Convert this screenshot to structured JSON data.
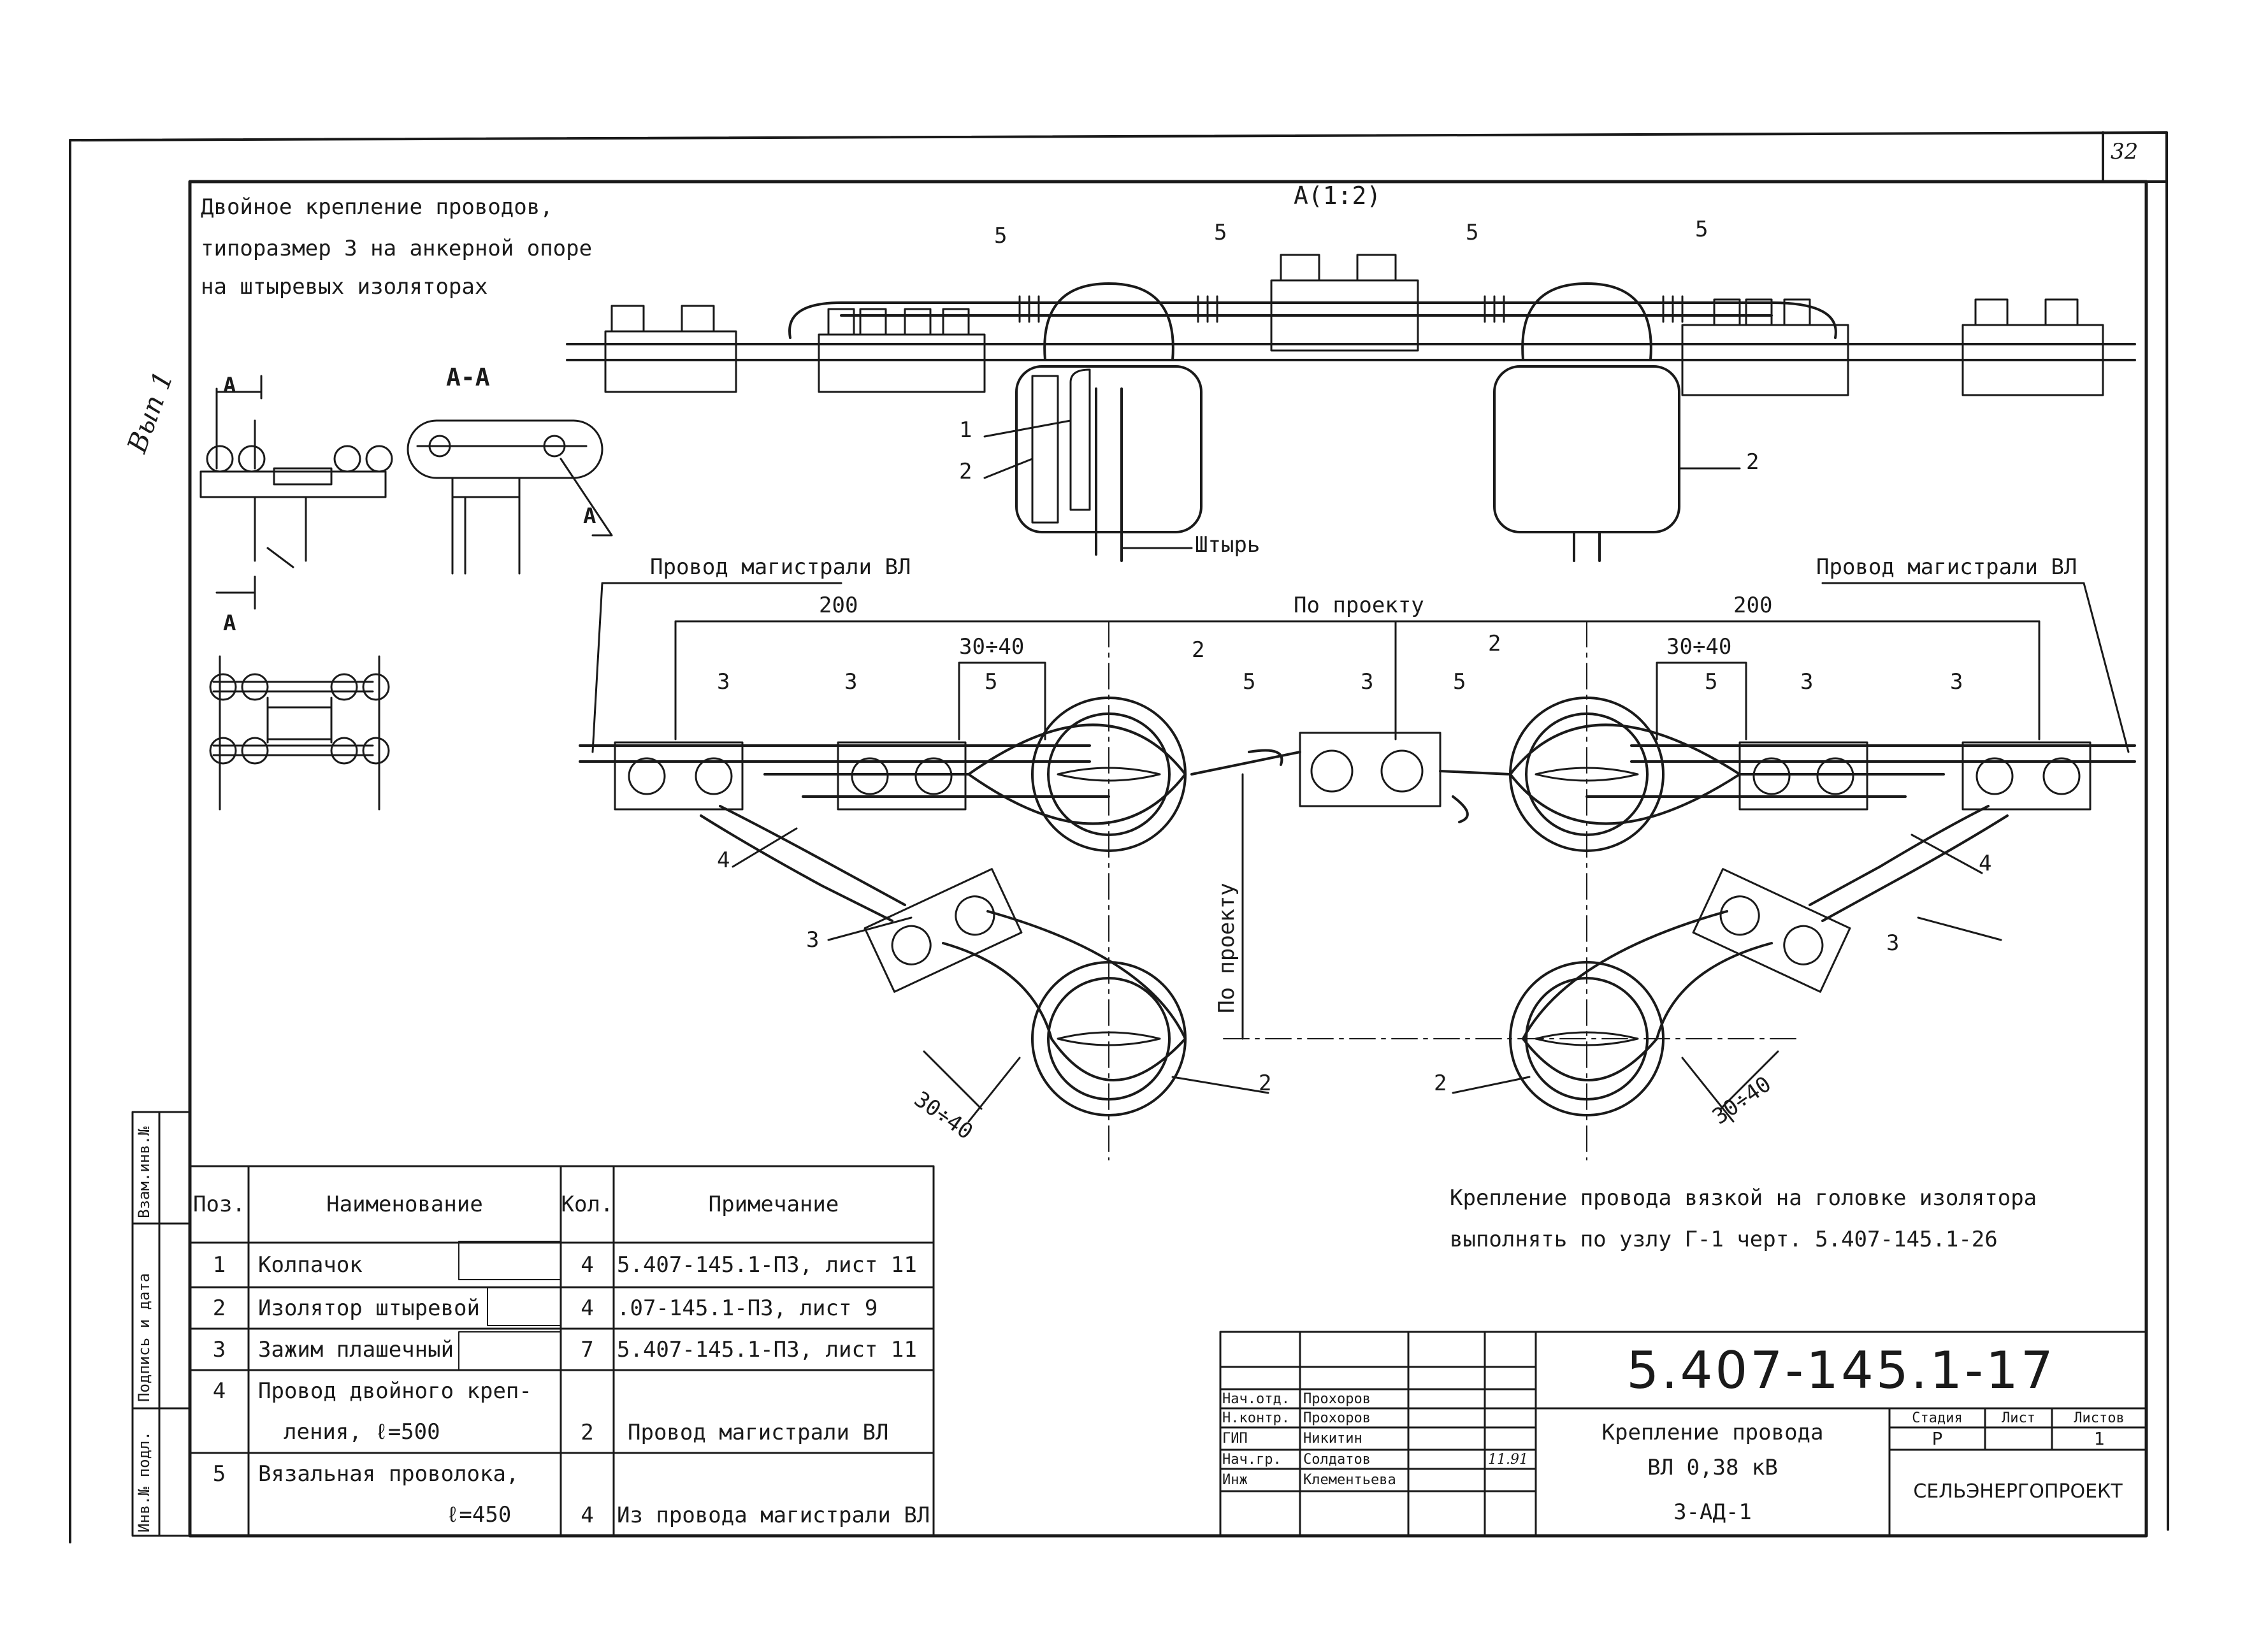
{
  "sheet_number": "32",
  "margin_note": "Вып 1",
  "caption": [
    "Двойное крепление проводов,",
    "типоразмер 3 на анкерной опоре",
    "на штыревых изоляторах"
  ],
  "view_label": "А(1:2)",
  "section_label": "А-А",
  "section_marks": [
    "А",
    "А",
    "А"
  ],
  "pin_label": "Штырь",
  "feeder_left": "Провод магистрали ВЛ",
  "feeder_right": "Провод магистрали ВЛ",
  "dims": {
    "d200_left": "200",
    "d200_right": "200",
    "by_project": "По проекту",
    "by_project_v": "По проекту",
    "d3040": "30÷40"
  },
  "callouts": {
    "c1": "1",
    "c2": "2",
    "c3": "3",
    "c4": "4",
    "c5": "5"
  },
  "note": [
    "Крепление провода вязкой на головке изолятора",
    "выполнять по узлу Г-1 черт. 5.407-145.1-26"
  ],
  "left_strip": [
    "Взам.инв.№",
    "Подпись и дата",
    "Инв.№ подл."
  ],
  "spec_table": {
    "headers": {
      "pos": "Поз.",
      "name": "Наименование",
      "qty": "Кол.",
      "note": "Примечание"
    },
    "rows": [
      {
        "pos": "1",
        "name": "Колпачок",
        "qty": "4",
        "note": "5.407-145.1-ПЗ, лист 11"
      },
      {
        "pos": "2",
        "name": "Изолятор штыревой",
        "qty": "4",
        "note": ".07-145.1-ПЗ, лист 9"
      },
      {
        "pos": "3",
        "name": "Зажим плашечный",
        "qty": "7",
        "note": "5.407-145.1-ПЗ, лист 11"
      },
      {
        "pos": "4",
        "name": "Провод двойного креп-",
        "name2": "ления, ℓ=500",
        "qty": "2",
        "note": "Провод магистрали ВЛ"
      },
      {
        "pos": "5",
        "name": "Вязальная проволока,",
        "name2": "ℓ=450",
        "qty": "4",
        "note": "Из провода магистрали ВЛ"
      }
    ]
  },
  "title_block": {
    "code": "5.407-145.1-17",
    "title": [
      "Крепление провода",
      "ВЛ 0,38 кВ",
      "3-АД-1"
    ],
    "roles": [
      {
        "role": "Нач.отд.",
        "name": "Прохоров"
      },
      {
        "role": "Н.контр.",
        "name": "Прохоров"
      },
      {
        "role": "ГИП",
        "name": "Никитин"
      },
      {
        "role": "Нач.гр.",
        "name": "Солдатов",
        "date": "11.91"
      },
      {
        "role": "Инж",
        "name": "Клементьева"
      }
    ],
    "stage_header": "Стадия",
    "sheet_header": "Лист",
    "sheets_header": "Листов",
    "stage": "Р",
    "sheet": "1",
    "org": "СЕЛЬЭНЕРГОПРОЕКТ"
  }
}
